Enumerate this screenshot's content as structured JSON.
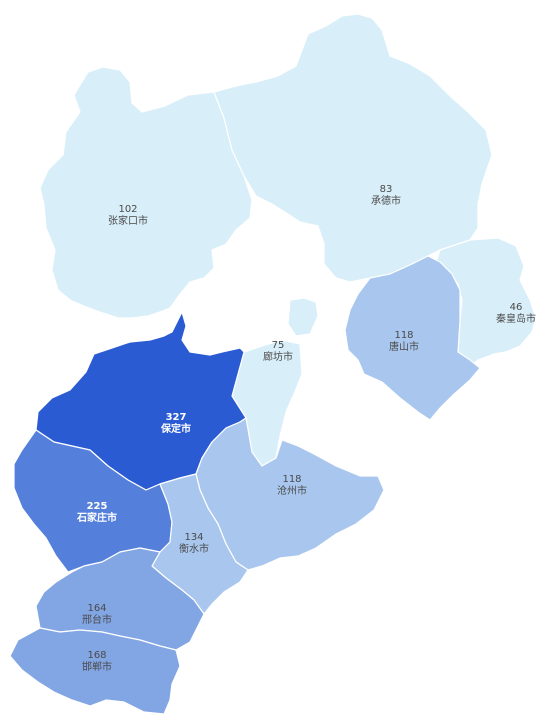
{
  "chart_data": {
    "type": "choropleth-map",
    "regions": [
      {
        "id": "zhangjiakou",
        "name": "张家口市",
        "value": 102,
        "fill": "#d8eef8"
      },
      {
        "id": "chengde",
        "name": "承德市",
        "value": 83,
        "fill": "#d8eef8"
      },
      {
        "id": "qinhuangdao",
        "name": "秦皇岛市",
        "value": 46,
        "fill": "#d8eef8"
      },
      {
        "id": "tangshan",
        "name": "唐山市",
        "value": 118,
        "fill": "#a9c7ee"
      },
      {
        "id": "langfang",
        "name": "廊坊市",
        "value": 75,
        "fill": "#d8eef8"
      },
      {
        "id": "baoding",
        "name": "保定市",
        "value": 327,
        "fill": "#2a5bd3"
      },
      {
        "id": "cangzhou",
        "name": "沧州市",
        "value": 118,
        "fill": "#a9c7ee"
      },
      {
        "id": "shijiazhuang",
        "name": "石家庄市",
        "value": 225,
        "fill": "#5480dc"
      },
      {
        "id": "hengshui",
        "name": "衡水市",
        "value": 134,
        "fill": "#a9c7ee"
      },
      {
        "id": "xingtai",
        "name": "邢台市",
        "value": 164,
        "fill": "#82a6e4"
      },
      {
        "id": "handan",
        "name": "邯郸市",
        "value": 168,
        "fill": "#82a6e4"
      }
    ]
  }
}
